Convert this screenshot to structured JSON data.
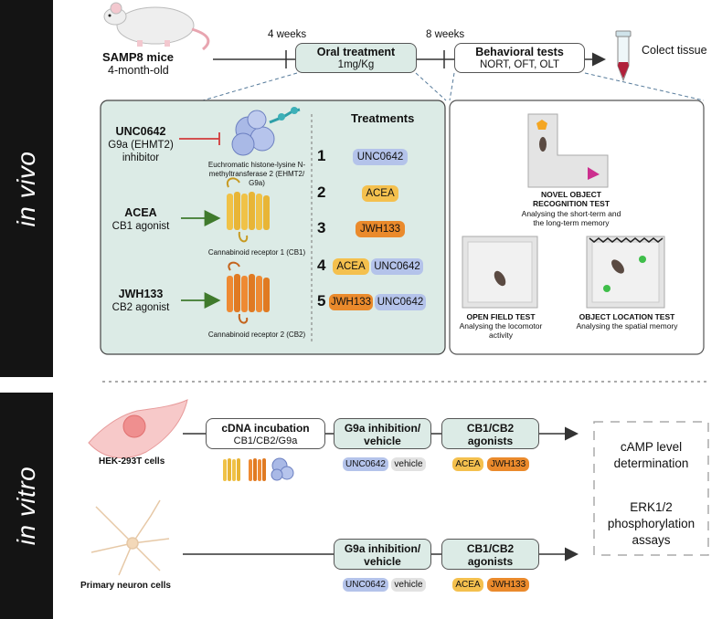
{
  "sidebar": {
    "in_vivo": "in vivo",
    "in_vitro": "in vitro"
  },
  "timeline": {
    "mice_name": "SAMP8 mice",
    "mice_age": "4-month-old",
    "week4": "4 weeks",
    "week8": "8 weeks",
    "oral_title": "Oral treatment",
    "oral_dose": "1mg/Kg",
    "behav_title": "Behavioral tests",
    "behav_list": "NORT, OFT, OLT",
    "collect": "Colect tissue"
  },
  "drugs": [
    {
      "name": "UNC0642",
      "line1": "G9a (EHMT2)",
      "line2": "inhibitor",
      "target": "Euchromatic histone-lysine N-methyltransferase 2 (EHMT2/ G9a)"
    },
    {
      "name": "ACEA",
      "line1": "CB1 agonist",
      "target": "Cannabinoid receptor 1 (CB1)"
    },
    {
      "name": "JWH133",
      "line1": "CB2 agonist",
      "target": "Cannabinoid receptor 2 (CB2)"
    }
  ],
  "treatments": {
    "title": "Treatments",
    "rows": [
      {
        "num": "1",
        "pills": [
          "UNC0642"
        ]
      },
      {
        "num": "2",
        "pills": [
          "ACEA"
        ]
      },
      {
        "num": "3",
        "pills": [
          "JWH133"
        ]
      },
      {
        "num": "4",
        "pills": [
          "ACEA",
          "UNC0642"
        ]
      },
      {
        "num": "5",
        "pills": [
          "JWH133",
          "UNC0642"
        ]
      }
    ]
  },
  "tests": {
    "nort_title1": "NOVEL OBJECT",
    "nort_title2": "RECOGNITION TEST",
    "nort_desc1": "Analysing the short-term and",
    "nort_desc2": "the long-term memory",
    "oft_title": "OPEN FIELD TEST",
    "oft_desc1": "Analysing the locomotor",
    "oft_desc2": "activity",
    "olt_title": "OBJECT LOCATION TEST",
    "olt_desc": "Analysing the spatial memory"
  },
  "invitro": {
    "hek_label": "HEK-293T cells",
    "neuron_label": "Primary neuron cells",
    "cdna_title": "cDNA incubation",
    "cdna_sub": "CB1/CB2/G9a",
    "g9a_line1": "G9a inhibition/",
    "g9a_line2": "vehicle",
    "cb_line1": "CB1/CB2",
    "cb_line2": "agonists",
    "pill_unc": "UNC0642",
    "pill_vehicle": "vehicle",
    "pill_acea": "ACEA",
    "pill_jwh": "JWH133",
    "result1_line1": "cAMP level",
    "result1_line2": "determination",
    "result2_line1": "ERK1/2",
    "result2_line2": "phosphorylation",
    "result2_line3": "assays"
  },
  "colors": {
    "teal": "#dcebe6",
    "blue_pill": "#b4c3ea",
    "yellow_pill": "#f4c04e",
    "orange_pill": "#ea8a2c",
    "inhibit": "#d23a3a",
    "activate": "#3f7a2c"
  }
}
